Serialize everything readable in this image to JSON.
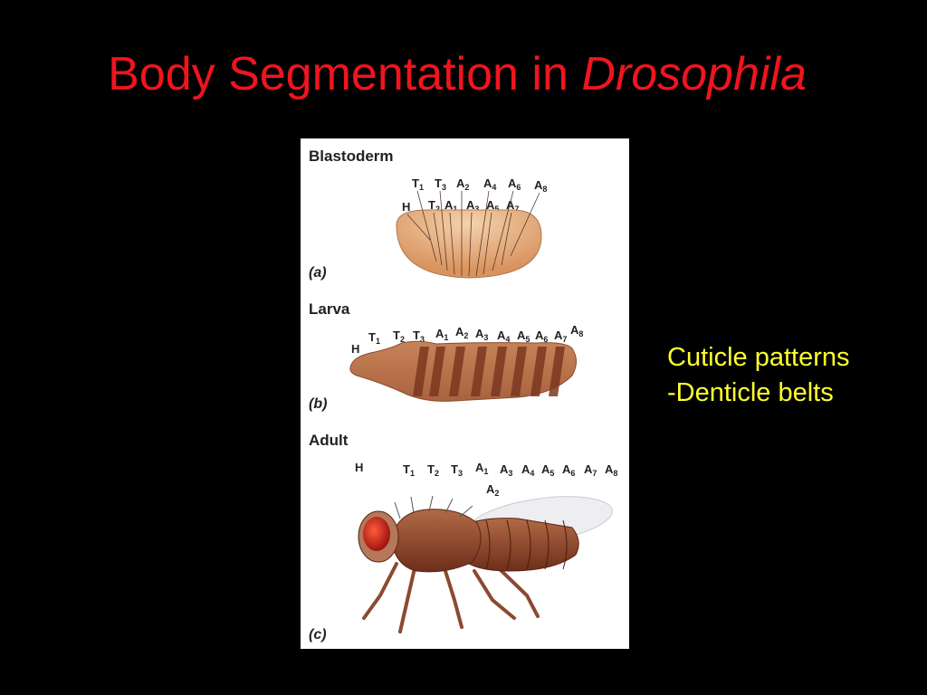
{
  "slide": {
    "title_plain": "Body Segmentation in",
    "title_italic": "Drosophila",
    "notes": [
      "Cuticle patterns",
      "-Denticle belts"
    ]
  },
  "figure": {
    "panels": [
      {
        "heading": "Blastoderm",
        "caption": "(a)",
        "labels": [
          {
            "base": "H",
            "sub": ""
          },
          {
            "base": "T",
            "sub": "1"
          },
          {
            "base": "T",
            "sub": "2"
          },
          {
            "base": "T",
            "sub": "3"
          },
          {
            "base": "A",
            "sub": "1"
          },
          {
            "base": "A",
            "sub": "2"
          },
          {
            "base": "A",
            "sub": "3"
          },
          {
            "base": "A",
            "sub": "4"
          },
          {
            "base": "A",
            "sub": "5"
          },
          {
            "base": "A",
            "sub": "6"
          },
          {
            "base": "A",
            "sub": "7"
          },
          {
            "base": "A",
            "sub": "8"
          }
        ]
      },
      {
        "heading": "Larva",
        "caption": "(b)",
        "labels": [
          {
            "base": "H",
            "sub": ""
          },
          {
            "base": "T",
            "sub": "1"
          },
          {
            "base": "T",
            "sub": "2"
          },
          {
            "base": "T",
            "sub": "3"
          },
          {
            "base": "A",
            "sub": "1"
          },
          {
            "base": "A",
            "sub": "2"
          },
          {
            "base": "A",
            "sub": "3"
          },
          {
            "base": "A",
            "sub": "4"
          },
          {
            "base": "A",
            "sub": "5"
          },
          {
            "base": "A",
            "sub": "6"
          },
          {
            "base": "A",
            "sub": "7"
          },
          {
            "base": "A",
            "sub": "8"
          }
        ]
      },
      {
        "heading": "Adult",
        "caption": "(c)",
        "labels": [
          {
            "base": "H",
            "sub": ""
          },
          {
            "base": "T",
            "sub": "1"
          },
          {
            "base": "T",
            "sub": "2"
          },
          {
            "base": "T",
            "sub": "3"
          },
          {
            "base": "A",
            "sub": "1"
          },
          {
            "base": "A",
            "sub": "2"
          },
          {
            "base": "A",
            "sub": "3"
          },
          {
            "base": "A",
            "sub": "4"
          },
          {
            "base": "A",
            "sub": "5"
          },
          {
            "base": "A",
            "sub": "6"
          },
          {
            "base": "A",
            "sub": "7"
          },
          {
            "base": "A",
            "sub": "8"
          }
        ]
      }
    ]
  },
  "colors": {
    "background": "#000000",
    "title": "#f0141e",
    "notes": "#ffff2e",
    "embryo": "#e2a77a",
    "larva": "#b66e47",
    "larva_band": "#7b3820",
    "fly_body": "#9c5a3a",
    "fly_eye": "#d8281c"
  }
}
